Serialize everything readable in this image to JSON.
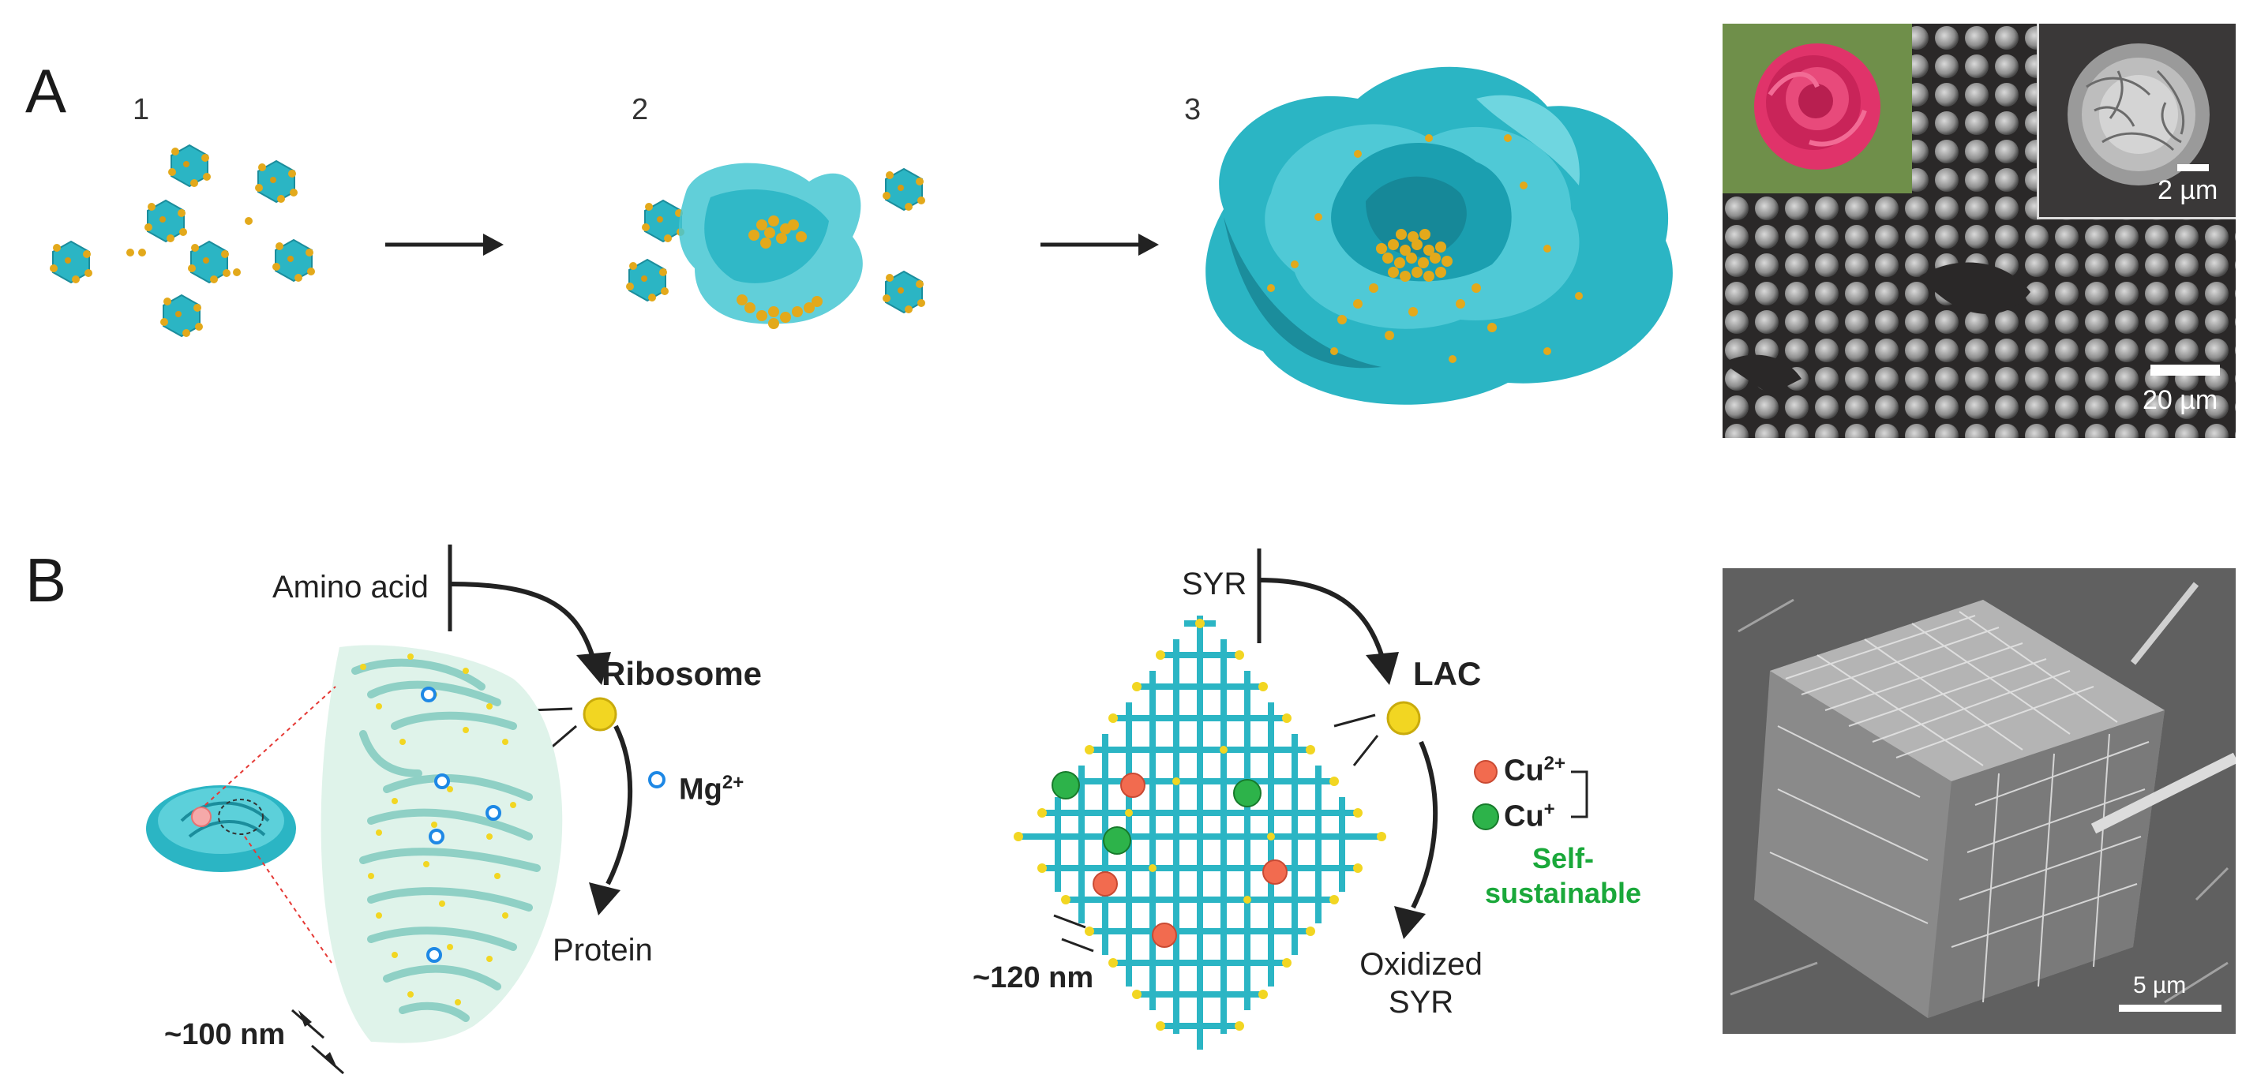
{
  "panels": {
    "A": {
      "letter": "A",
      "steps": [
        "1",
        "2",
        "3"
      ],
      "sem": {
        "inset_scale": "2 µm",
        "main_scale": "20 µm"
      }
    },
    "B": {
      "letter": "B",
      "left": {
        "input": "Amino acid",
        "enzyme": "Ribosome",
        "cofactor": "Mg",
        "cofactor_charge": "2+",
        "output": "Protein",
        "size": "~100 nm"
      },
      "middle": {
        "input": "SYR",
        "enzyme": "LAC",
        "ion1": "Cu",
        "ion1_charge": "2+",
        "ion2": "Cu",
        "ion2_charge": "+",
        "note_line1": "Self-",
        "note_line2": "sustainable",
        "output_line1": "Oxidized",
        "output_line2": "SYR",
        "size": "~120 nm"
      },
      "sem": {
        "scale": "5 µm"
      }
    }
  },
  "colors": {
    "teal": "#2bb5c4",
    "teal_dark": "#1b8d9c",
    "gold": "#e3a91b",
    "green_text": "#1aa83a",
    "rose": "#e0336a"
  }
}
